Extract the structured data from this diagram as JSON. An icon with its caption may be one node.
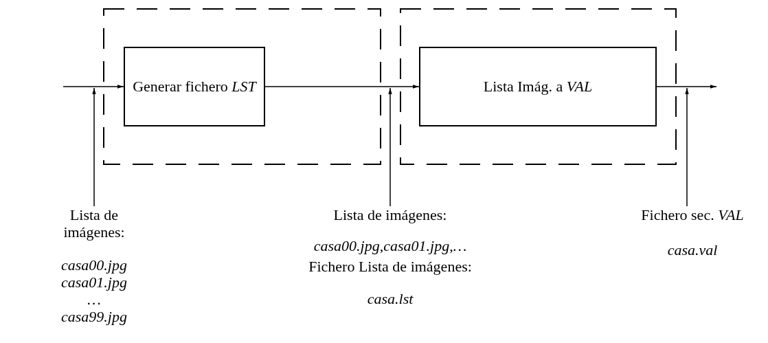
{
  "diagram": {
    "nodes": [
      {
        "text": [],
        "shape": "box"
      },
      {
        "text": [
          "Generar fichero *LST*"
        ],
        "in": 0
      },
      {
        "text": [],
        "shape": "box"
      },
      {
        "text": [
          "Lista Imág. a *VAL*"
        ],
        "in": 2
      },
      {
        "text": [
          "Lista de imágenes:",
          "casa00.jpg casa01.jpg … casa99.jpg"
        ]
      },
      {
        "text": [
          "Lista de imágenes:",
          "casa00.jpg,casa01.jpg,…",
          "Fichero Lista de imágenes:",
          "casa.lst"
        ]
      },
      {
        "text": [
          "Fichero sec. *VAL*",
          "casa.val"
        ]
      }
    ],
    "edges": [
      {
        "from": null,
        "to": 1,
        "arrow": "to"
      },
      {
        "from": 1,
        "to": 3,
        "arrow": "to"
      },
      {
        "from": 3,
        "to": null,
        "arrow": "to"
      },
      {
        "from": 4,
        "to": 0,
        "arrow": "to"
      },
      {
        "from": 5,
        "to": 2,
        "arrow": "to"
      },
      {
        "from": 6,
        "to": 2,
        "arrow": "to"
      }
    ]
  }
}
